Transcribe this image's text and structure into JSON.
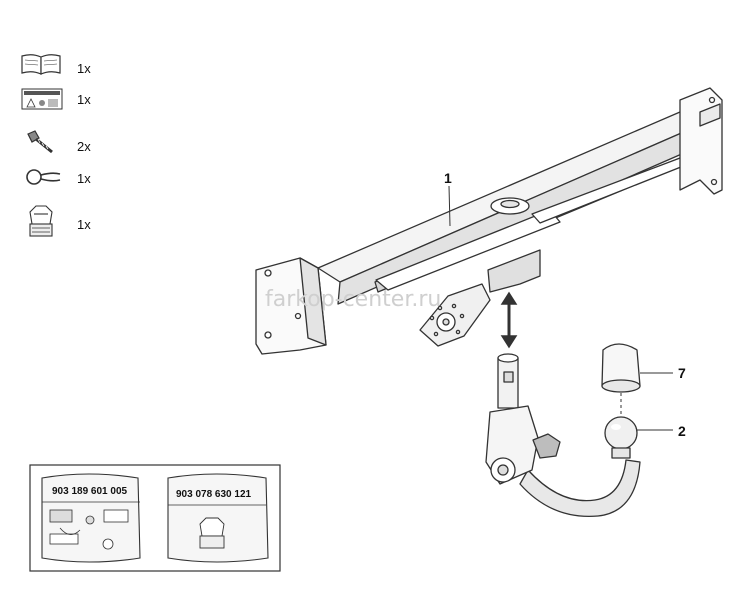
{
  "legend": {
    "items": [
      {
        "icon": "manual-book-icon",
        "qty": "1x"
      },
      {
        "icon": "warning-label-icon",
        "qty": "1x"
      },
      {
        "icon": "bolt-icon",
        "qty": "2x"
      },
      {
        "icon": "snap-ring-icon",
        "qty": "1x"
      },
      {
        "icon": "socket-cover-icon",
        "qty": "1x"
      }
    ]
  },
  "callouts": {
    "crossbar": "1",
    "ball_neck": "2",
    "ball_cap": "7"
  },
  "bags": {
    "left_part_number": "903 189 601 005",
    "right_part_number": "903 078 630 121"
  },
  "watermark": "farkop-center.ru",
  "colors": {
    "line": "#333333",
    "fill": "#f2f2f2",
    "shade": "#d9d9d9"
  }
}
